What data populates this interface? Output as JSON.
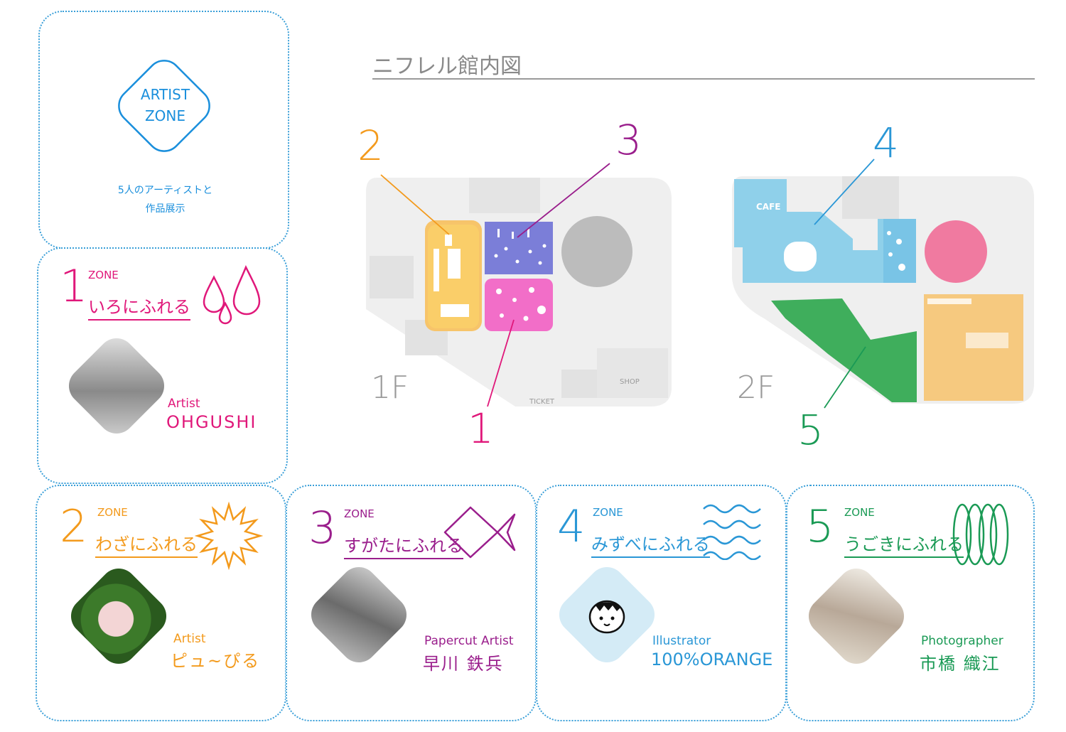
{
  "map": {
    "title": "ニフレル館内図",
    "floor1": "1F",
    "floor2": "2F",
    "ticket": "TICKET",
    "shop": "SHOP",
    "cafe": "CAFE",
    "pins": [
      "1",
      "2",
      "3",
      "4",
      "5"
    ]
  },
  "artist_zone": {
    "line1": "ARTIST",
    "line2": "ZONE",
    "desc1": "5人のアーティストと",
    "desc2": "作品展示"
  },
  "zones": [
    {
      "num": "1",
      "label": "ZONE",
      "title": "いろにふれる",
      "role": "Artist",
      "name": "OHGUSHI",
      "color": "#e0187a"
    },
    {
      "num": "2",
      "label": "ZONE",
      "title": "わざにふれる",
      "role": "Artist",
      "name": "ピュ~ぴる",
      "color": "#f39a1c"
    },
    {
      "num": "3",
      "label": "ZONE",
      "title": "すがたにふれる",
      "role": "Papercut Artist",
      "name": "早川 鉄兵",
      "color": "#9a1e8c"
    },
    {
      "num": "4",
      "label": "ZONE",
      "title": "みずべにふれる",
      "role": "Illustrator",
      "name": "100%ORANGE",
      "color": "#2a97d6"
    },
    {
      "num": "5",
      "label": "ZONE",
      "title": "うごきにふれる",
      "role": "Photographer",
      "name": "市橋 織江",
      "color": "#1a9a55"
    }
  ],
  "colors": {
    "border": "#3a9fd8",
    "map_gray": "#efefef"
  }
}
